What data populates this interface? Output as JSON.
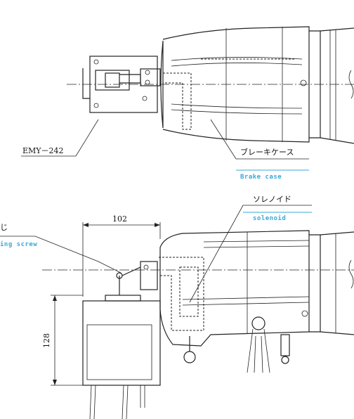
{
  "labels": {
    "emy": "EMY－242",
    "brake_case_jp": "ブレーキケース",
    "brake_case_en": "Brake case",
    "solenoid_jp": "ソレノイド",
    "solenoid_en": "solenoid",
    "screw_jp": "じ",
    "screw_en": "ing screw",
    "dim_width": "102",
    "dim_height": "128"
  },
  "colors": {
    "annotation_en": "#39a8d8",
    "linework": "#222222"
  }
}
